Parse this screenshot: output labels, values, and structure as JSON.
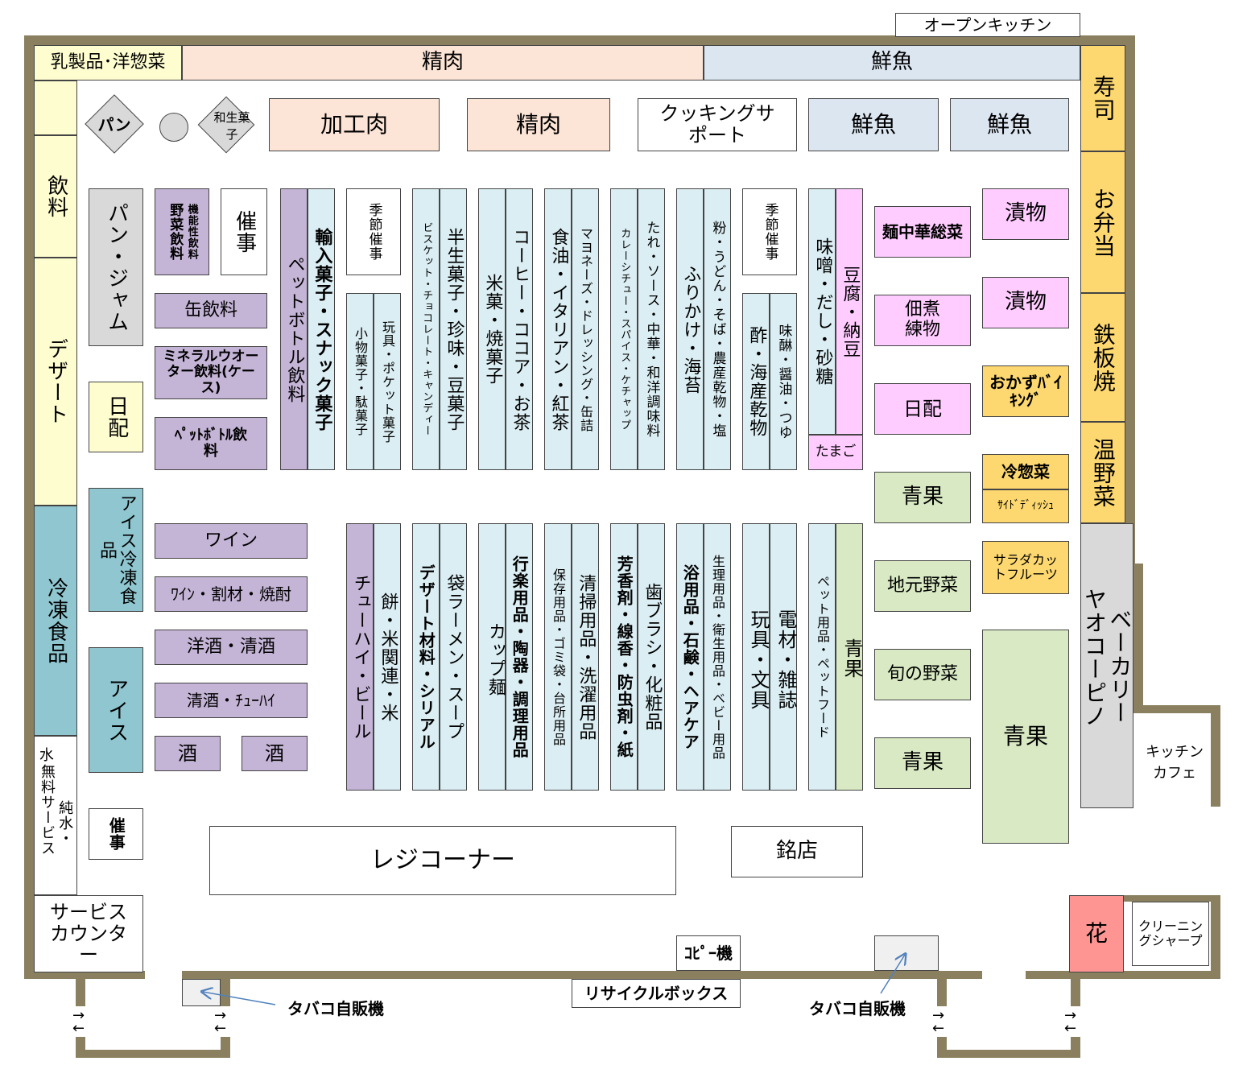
{
  "top": {
    "open_kitchen": "オープンキッチン",
    "dairy": "乳製品･洋惣菜",
    "meat": "精肉",
    "fish": "鮮魚"
  },
  "left": {
    "drinks": "飲料",
    "dessert": "デザート",
    "frozen": "冷凍食品",
    "water_free": "無料サービス",
    "water_pure": "純水・",
    "water_top": "水",
    "service_counter": "サービスカウンター"
  },
  "right": {
    "sushi": "寿司",
    "bento": "お弁当",
    "teppan": "鉄板焼",
    "onyasai": "温野菜",
    "bakery_a": "ベーカリー",
    "bakery_b": "ヤオコーピノ",
    "kitchen_cafe": "キッチンカフェ",
    "flower": "花",
    "cleaning": "クリーニングシャープ"
  },
  "front": {
    "pan_diamond": "パン",
    "wagashi": "和生菓子",
    "kakouniku": "加工肉",
    "seiniku": "精肉",
    "cooking": "クッキングサポート",
    "sengyo1": "鮮魚",
    "sengyo2": "鮮魚"
  },
  "aisles": {
    "pan_jam": "パン・ジャム",
    "yasai_drink": "野菜飲料",
    "kinou_drink": "機能性飲料",
    "saiji1": "催事",
    "kan": "缶飲料",
    "mineral": "ミネラルウオーター飲料(ケース)",
    "pet": "ﾍﾟｯﾄﾎﾞﾄﾙ飲料",
    "nippai_left": "日配",
    "pet_bottle": "ペットボトル飲料",
    "yunyu": "輸入菓子・スナック菓子",
    "kisetsu1": "季節催事",
    "komono": "小物菓子・駄菓子",
    "omocha_gashi": "玩具・ポケット菓子",
    "biscuit": "ビスケット・チョコレート・キャンディー",
    "hannama": "半生菓子・珍味・豆菓子",
    "beika": "米菓・焼菓子",
    "coffee": "コーヒー・ココア・お茶",
    "shokuyu": "食油・イタリアン・紅茶",
    "mayo": "マヨネーズ・ドレッシング・缶詰",
    "curry": "カレーシチュー・スパイス・ケチャップ",
    "tare": "たれ・ソース・中華・和洋調味料",
    "furikake": "ふりかけ・海苔",
    "kona": "粉・うどん・そば・農産乾物・塩",
    "kisetsu2": "季節催事",
    "su": "酢・海産乾物",
    "mirin": "味醂・醤油・つゆ",
    "miso": "味噌・だし・砂糖",
    "tofu": "豆腐・納豆",
    "tamago": "たまご",
    "men": "麺中華総菜",
    "tsukudani": "佃煮練物",
    "nippai_right": "日配",
    "tsukemono1": "漬物",
    "tsukemono2": "漬物",
    "okazu": "おかずﾊﾞｲｷﾝｸﾞ",
    "reisouzai": "冷惣菜",
    "side": "ｻｲﾄﾞﾃﾞｨｯｼｭ",
    "salad": "サラダカットフルーツ",
    "seika1": "青果",
    "jimoto": "地元野菜",
    "shun": "旬の野菜",
    "seika2": "青果",
    "seika_big": "青果",
    "ice_frozen": "アイス冷凍食品",
    "ice": "アイス",
    "wine": "ワイン",
    "wine2": "ﾜｲﾝ・割材・焼酎",
    "yoshu": "洋酒・清酒",
    "seishu": "清酒・ﾁｭｰﾊｲ",
    "sake1": "酒",
    "sake2": "酒",
    "chuhai": "チューハイ・ビール",
    "mochi": "餅・米関連・米",
    "dessert_z": "デザート材料・シリアル",
    "fukuro": "袋ラーメン・スープ",
    "cup": "カップ麺",
    "gyoraku": "行楽用品・陶器・調理用品",
    "hozon": "保存用品・ゴミ袋・台所用品",
    "seisou": "清掃用品・洗濯用品",
    "houkou": "芳香剤・線香・防虫剤・紙",
    "hablush": "歯ブラシ・化粧品",
    "yokuyou": "浴用品・石鹸・ヘアケア",
    "seiri": "生理用品・衛生用品・ベビー用品",
    "omocha": "玩具・文具",
    "denzai": "電材・雑誌",
    "pet_food": "ペット用品・ペットフード",
    "seika_aisle": "青果",
    "saiji2": "催事"
  },
  "bottom": {
    "register": "レジコーナー",
    "meiten": "銘店",
    "copy": "ｺﾋﾟｰ機",
    "recycle": "リサイクルボックス",
    "tabako1": "タバコ自販機",
    "tabako2": "タバコ自販機"
  },
  "colors": {
    "wall": "#8a8060",
    "dairy": "#fefdd0",
    "meat": "#fce4d6",
    "fish": "#dce6f1",
    "deli": "#fdd870",
    "fresh_green": "#d8e9c3",
    "pink": "#ffccff",
    "frozen": "#7fbfcd",
    "grocery": "#dbeef3",
    "beverage": "#c4b4d6",
    "flower": "#ff9593",
    "arrow": "#4f81bd"
  }
}
